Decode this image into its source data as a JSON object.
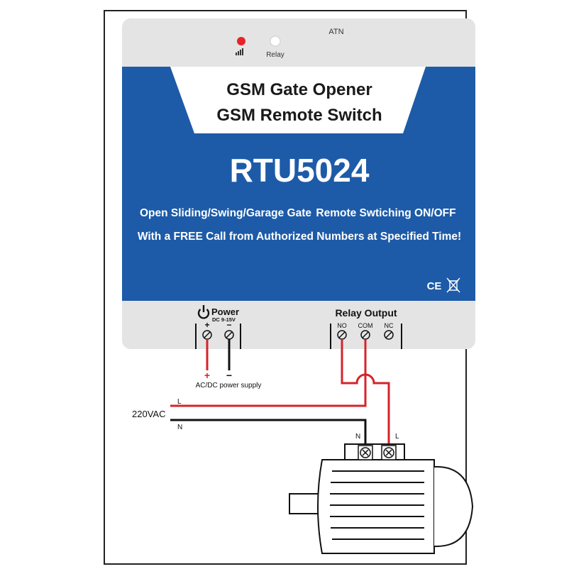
{
  "device": {
    "atn_label": "ATN",
    "relay_led_label": "Relay",
    "title_line1": "GSM Gate Opener",
    "title_line2": "GSM Remote Switch",
    "model": "RTU5024",
    "desc_part1": "Open Sliding/Swing/Garage Gate",
    "desc_part2": "Remote Swtiching ON/OFF",
    "desc_line2": "With a FREE Call from Authorized Numbers at Specified Time!",
    "ce_mark": "CE",
    "power_label": "Power",
    "power_spec": "DC 9-15V",
    "plus": "+",
    "minus": "−",
    "relay_output_label": "Relay Output",
    "terminal_no": "NO",
    "terminal_com": "COM",
    "terminal_nc": "NC"
  },
  "wiring": {
    "supply_plus": "+",
    "supply_minus": "−",
    "supply_label": "AC/DC power supply",
    "mains_label": "220VAC",
    "line_l": "L",
    "line_n": "N",
    "motor_n": "N",
    "motor_l": "L"
  },
  "colors": {
    "panel_blue": "#1d5ba8",
    "wire_red": "#d6232b",
    "wire_black": "#111111",
    "led_red": "#e8242a"
  }
}
